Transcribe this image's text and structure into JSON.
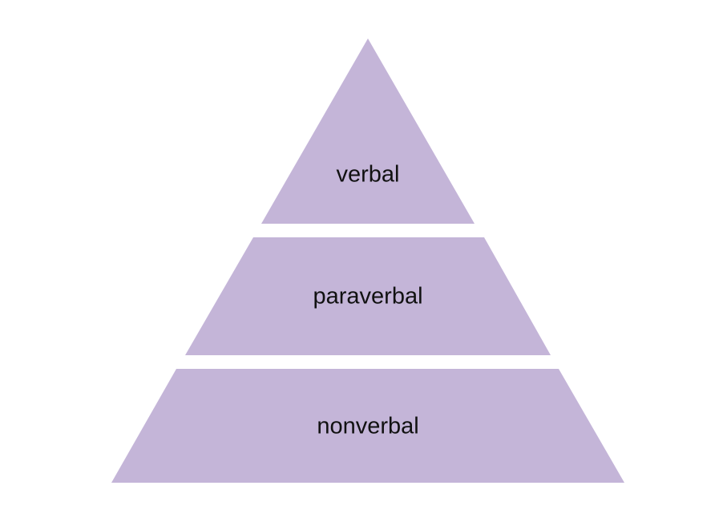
{
  "pyramid": {
    "fill_color": "#c4b5d8",
    "text_color": "#111111",
    "background_color": "#ffffff",
    "tiers": [
      {
        "label": "verbal"
      },
      {
        "label": "paraverbal"
      },
      {
        "label": "nonverbal"
      }
    ]
  }
}
